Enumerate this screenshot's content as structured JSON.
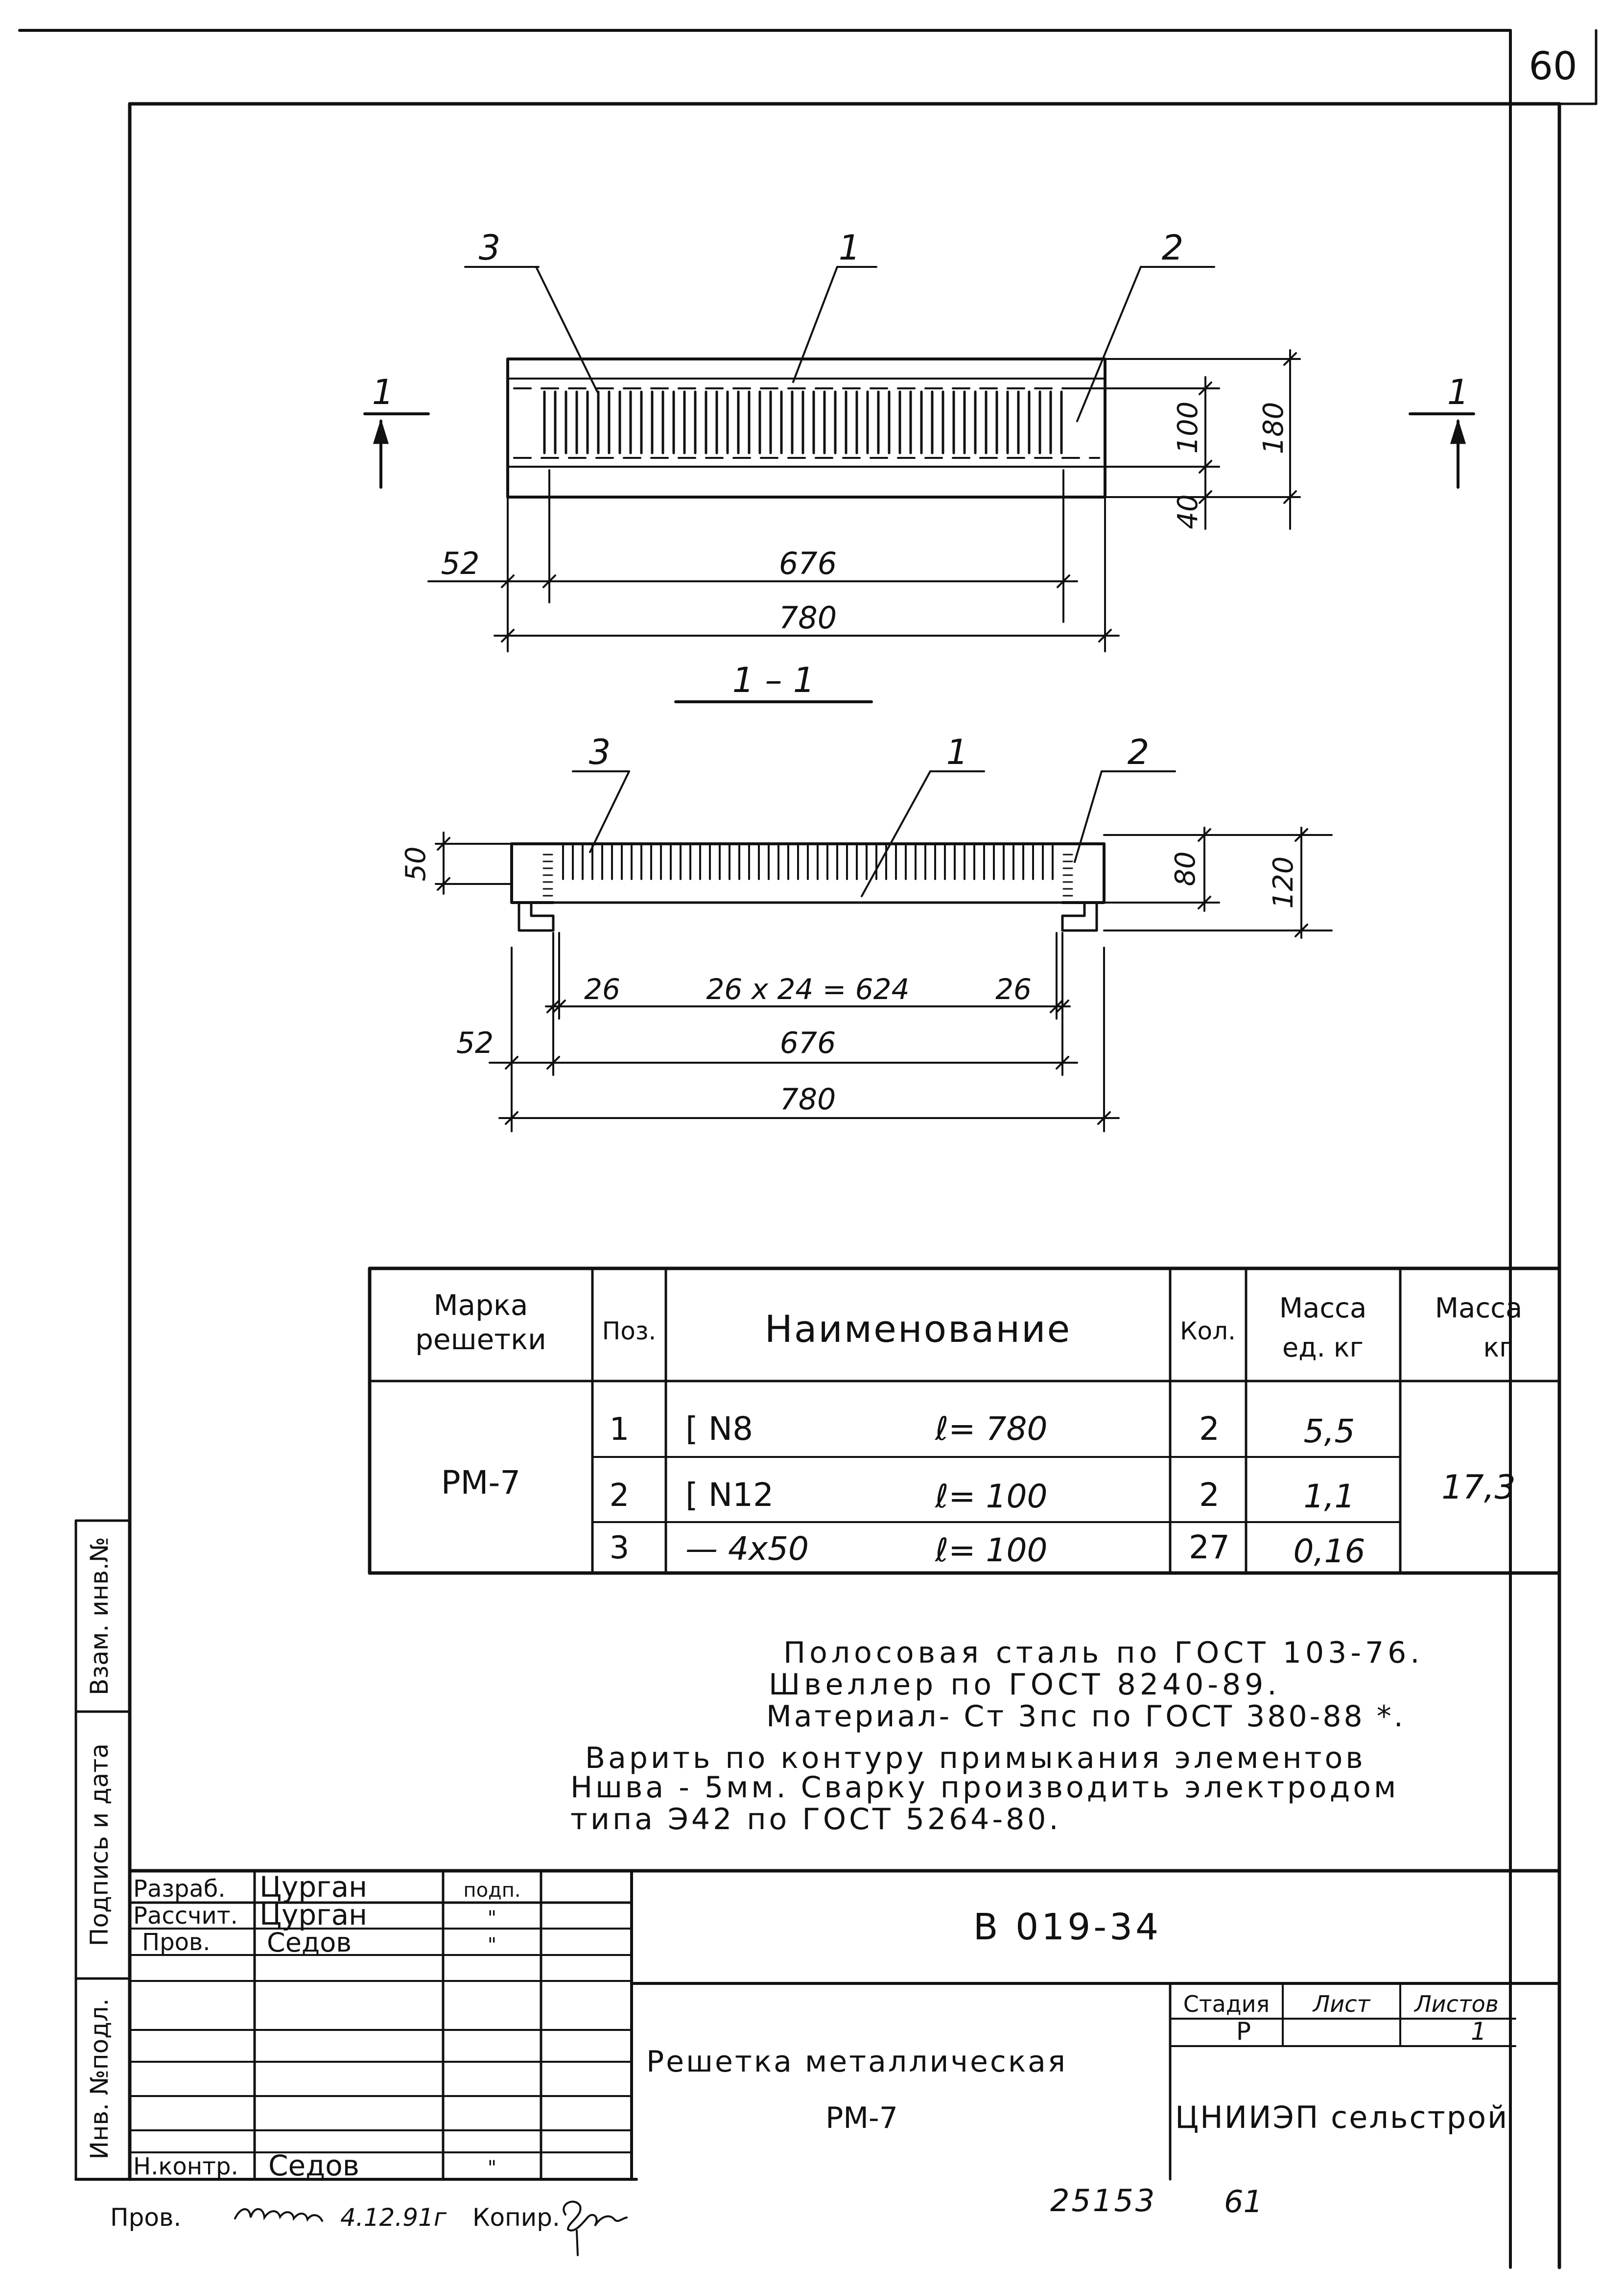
{
  "page_number": "60",
  "plan_view": {
    "callouts": [
      "3",
      "1",
      "2"
    ],
    "section_marks": [
      "1",
      "1"
    ],
    "dims": {
      "d52": "52",
      "d676": "676",
      "d780": "780",
      "d100": "100",
      "d180": "180",
      "d40": "40"
    }
  },
  "section_view": {
    "title": "1 – 1",
    "callouts": [
      "3",
      "1",
      "2"
    ],
    "dims": {
      "d50": "50",
      "d80": "80",
      "d120": "120",
      "d26a": "26",
      "dmid": "26 x 24 = 624",
      "d26b": "26",
      "d52": "52",
      "d676": "676",
      "d780": "780"
    }
  },
  "spec_table": {
    "headers": {
      "mark": [
        "Марка",
        "решетки"
      ],
      "pos": "Поз.",
      "name": "Наименование",
      "qty": "Кол.",
      "unit_mass": [
        "Масса",
        "ед. кг"
      ],
      "mass": [
        "Масса",
        "кг"
      ]
    },
    "mark": "РМ-7",
    "total_mass": "17,3",
    "rows": [
      {
        "pos": "1",
        "profile": "[ N8",
        "length": "ℓ= 780",
        "qty": "2",
        "unit_mass": "5,5"
      },
      {
        "pos": "2",
        "profile": "[ N12",
        "length": "ℓ= 100",
        "qty": "2",
        "unit_mass": "1,1"
      },
      {
        "pos": "3",
        "profile": "— 4x50",
        "length": "ℓ= 100",
        "qty": "27",
        "unit_mass": "0,16"
      }
    ]
  },
  "notes": [
    "Полосовая сталь по ГОСТ 103-76.",
    "Швеллер по ГОСТ 8240-89.",
    "Материал- Ст 3пс по ГОСТ 380-88 *.",
    "Варить по контуру примыкания элементов",
    "Hшва - 5мм. Сварку производить электродом",
    "типа Э42 по ГОСТ 5264-80."
  ],
  "side_stamp": [
    "Инв. №подл.",
    "Подпись и дата",
    "Взам. инв.№"
  ],
  "title_block": {
    "roles": [
      {
        "role": "Разраб.",
        "name": "Цурган",
        "sign": "подп."
      },
      {
        "role": "Рассчит.",
        "name": "Цурган",
        "sign": "\""
      },
      {
        "role": "Пров.",
        "name": "Седов",
        "sign": "\""
      },
      {
        "role": "",
        "name": "",
        "sign": ""
      },
      {
        "role": "",
        "name": "",
        "sign": ""
      },
      {
        "role": "",
        "name": "",
        "sign": ""
      },
      {
        "role": "Н.контр.",
        "name": "Седов",
        "sign": "\""
      }
    ],
    "code": "В 019-34",
    "title_line1": "Решетка металлическая",
    "title_line2": "РМ-7",
    "stage_label": "Стадия",
    "sheet_label": "Лист",
    "sheets_label": "Листов",
    "stage": "Р",
    "sheet": "",
    "sheets": "1",
    "org": "ЦНИИЭП сельстрой"
  },
  "footer": {
    "checked": "Пров.",
    "date": "4.12.91г",
    "copy": "Копир.",
    "number": "25153",
    "format": "61"
  }
}
